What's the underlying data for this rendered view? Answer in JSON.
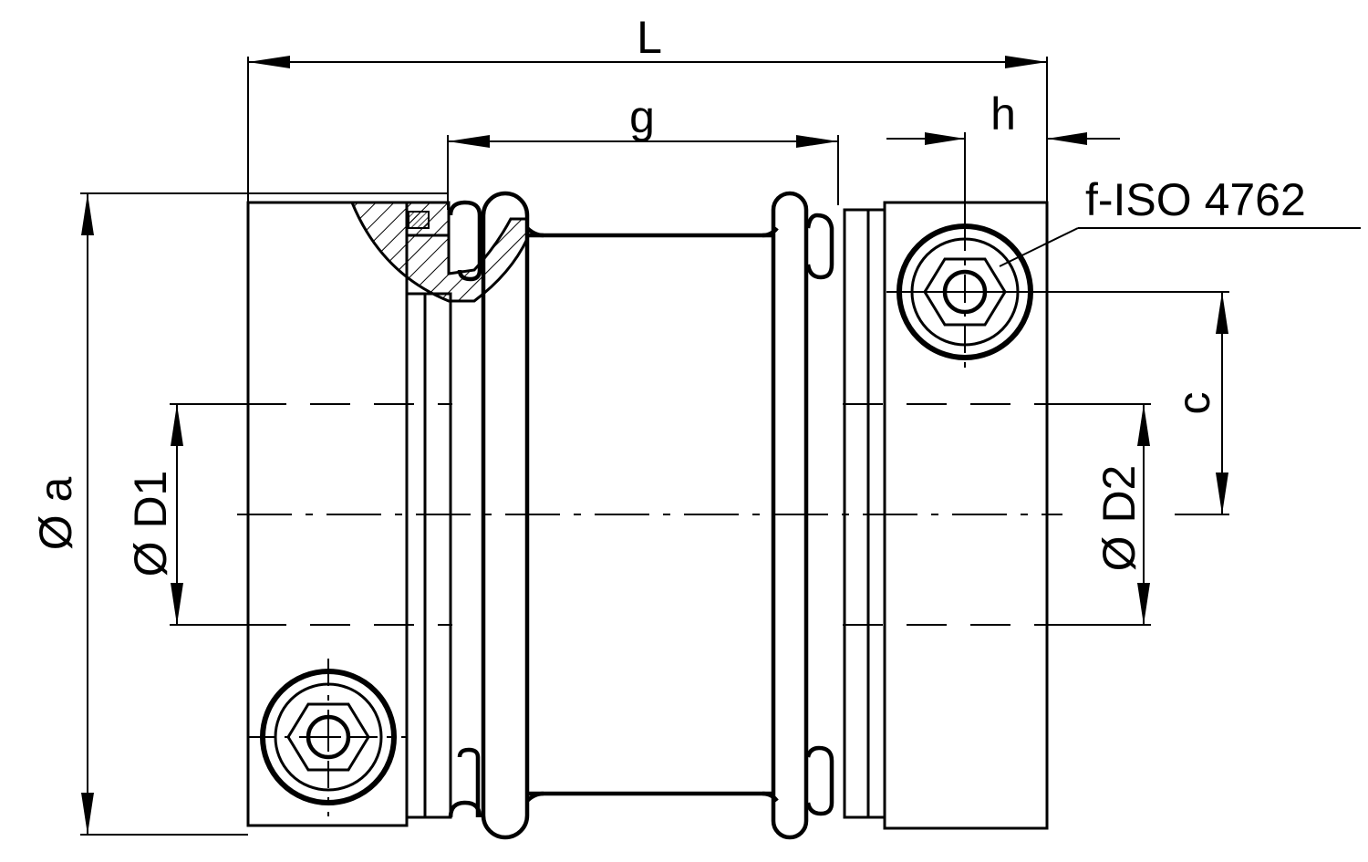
{
  "dimensions": {
    "overall_length": "L",
    "bellows_length": "g",
    "screw_offset": "h",
    "outer_diameter": "Ø a",
    "bore_left": "Ø D1",
    "bore_right": "Ø D2",
    "screw_distance": "c"
  },
  "callout": {
    "screw_spec": "f-ISO 4762"
  }
}
